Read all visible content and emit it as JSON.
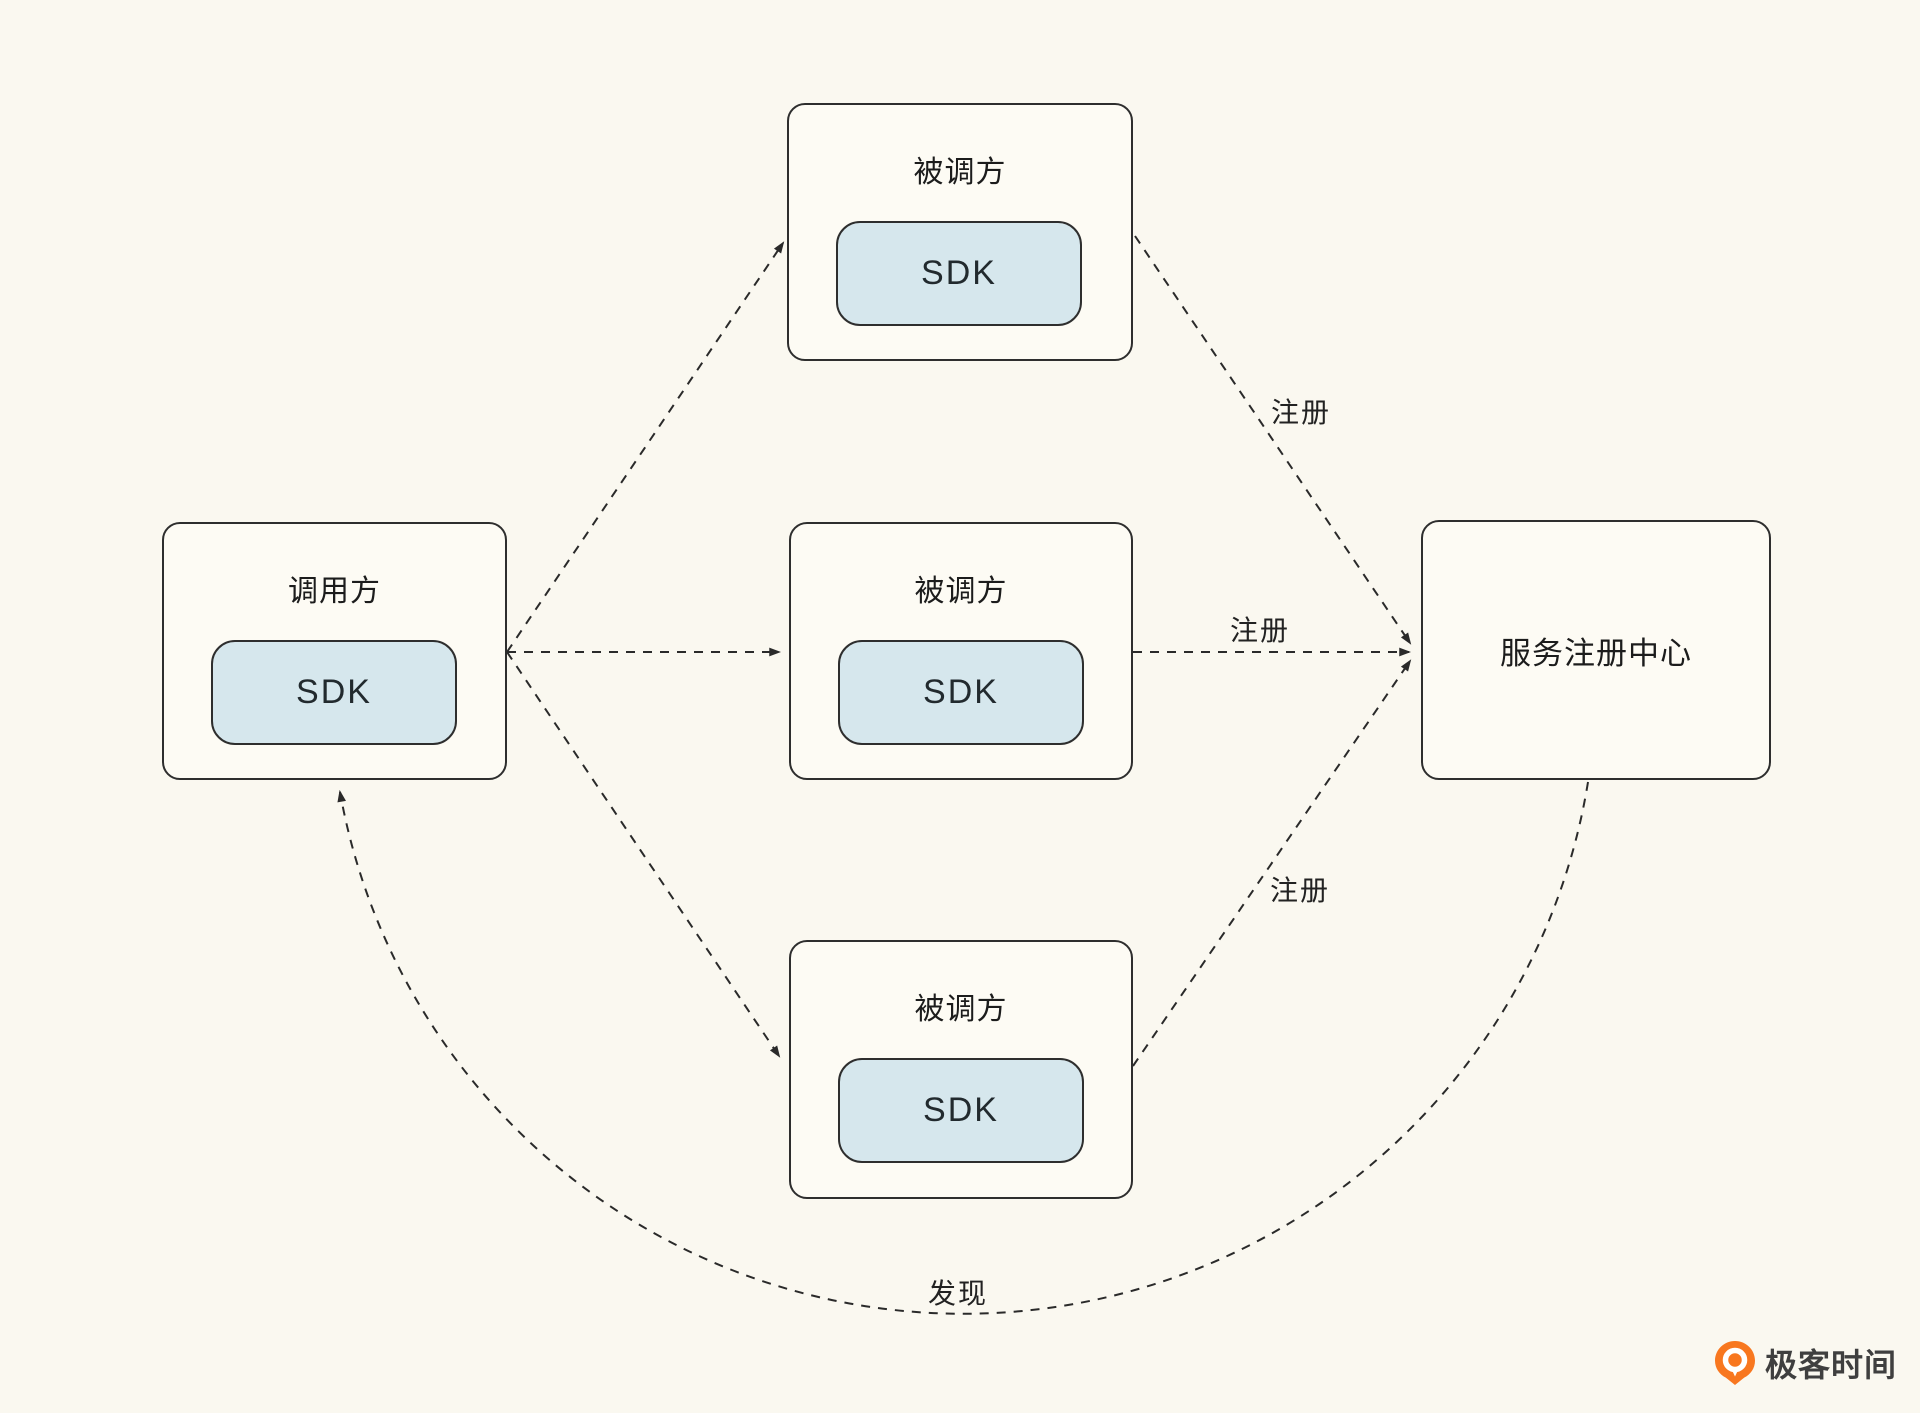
{
  "colors": {
    "background": "#FAF8F0",
    "node_fill": "#FDFBF4",
    "sdk_fill": "#D6E7ED",
    "border": "#2E2E2E",
    "text": "#1C1C1C",
    "brand_orange": "#F8771F",
    "brand_text": "#3F3F3F"
  },
  "nodes": {
    "caller": {
      "title": "调用方",
      "sdk": "SDK"
    },
    "callee_top": {
      "title": "被调方",
      "sdk": "SDK"
    },
    "callee_mid": {
      "title": "被调方",
      "sdk": "SDK"
    },
    "callee_bottom": {
      "title": "被调方",
      "sdk": "SDK"
    },
    "registry": {
      "title": "服务注册中心"
    }
  },
  "edge_labels": {
    "register_top": "注册",
    "register_mid": "注册",
    "register_bottom": "注册",
    "discover": "发现"
  },
  "brand": {
    "name": "极客时间"
  }
}
